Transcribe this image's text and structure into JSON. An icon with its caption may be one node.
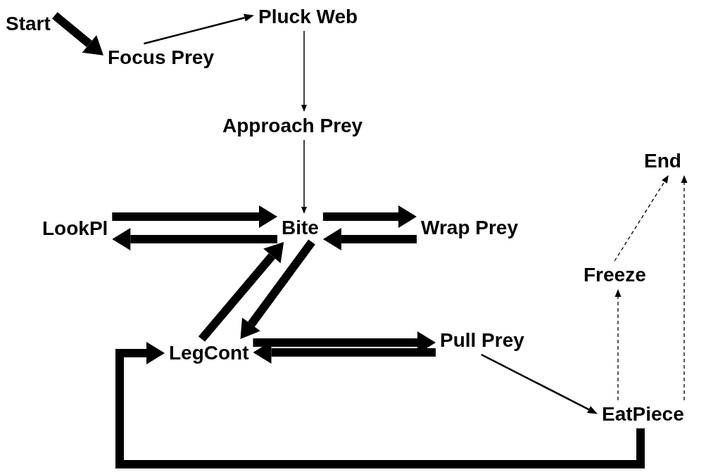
{
  "diagram": {
    "nodes": [
      {
        "text": [
          "Start"
        ]
      },
      {
        "text": [
          "Focus Prey"
        ]
      },
      {
        "text": [
          "Pluck Web"
        ]
      },
      {
        "text": [
          "Approach Prey"
        ]
      },
      {
        "text": [
          "LookPl"
        ]
      },
      {
        "text": [
          "Bite"
        ]
      },
      {
        "text": [
          "Wrap Prey"
        ]
      },
      {
        "text": [
          "LegCont"
        ]
      },
      {
        "text": [
          "Pull Prey"
        ]
      },
      {
        "text": [
          "EatPiece"
        ]
      },
      {
        "text": [
          "Freeze"
        ]
      },
      {
        "text": [
          "End"
        ]
      }
    ],
    "edges": [
      {
        "from": 0,
        "to": 1,
        "arrow": "to"
      },
      {
        "from": 1,
        "to": 2,
        "arrow": "to"
      },
      {
        "from": 2,
        "to": 3,
        "arrow": "to"
      },
      {
        "from": 3,
        "to": 5,
        "arrow": "to"
      },
      {
        "from": 4,
        "to": 5,
        "arrow": "to"
      },
      {
        "from": 5,
        "to": 4,
        "arrow": "to"
      },
      {
        "from": 5,
        "to": 6,
        "arrow": "to"
      },
      {
        "from": 6,
        "to": 5,
        "arrow": "to"
      },
      {
        "from": 7,
        "to": 5,
        "arrow": "to"
      },
      {
        "from": 5,
        "to": 7,
        "arrow": "to"
      },
      {
        "from": 7,
        "to": 8,
        "arrow": "to"
      },
      {
        "from": 8,
        "to": 7,
        "arrow": "to"
      },
      {
        "from": 8,
        "to": 9,
        "arrow": "to"
      },
      {
        "from": 9,
        "to": 7,
        "arrow": "to"
      },
      {
        "from": 9,
        "to": 10,
        "arrow": "to",
        "style": "dashed"
      },
      {
        "from": 9,
        "to": 11,
        "arrow": "to",
        "style": "dashed"
      },
      {
        "from": 10,
        "to": 11,
        "arrow": "to",
        "style": "dashed"
      }
    ]
  }
}
